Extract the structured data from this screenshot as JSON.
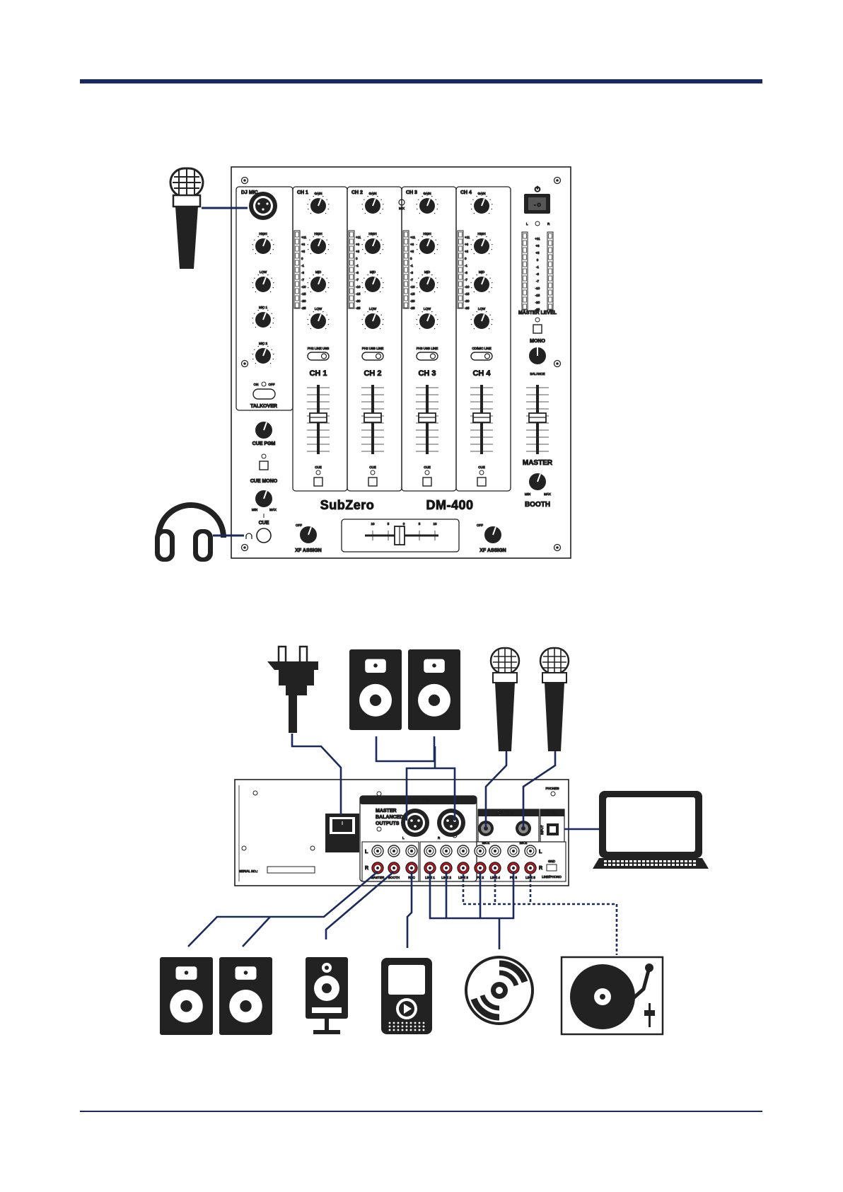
{
  "colors": {
    "rule": "#1b2a5c",
    "cable": "#1b2a5c",
    "panel_stroke": "#1f1f1f",
    "jack_red": "#d6101b"
  },
  "front_panel": {
    "brand": "SubZero",
    "model": "DM-400",
    "dj_mic": {
      "title": "DJ MIC",
      "knobs": [
        "HIGH",
        "LOW",
        "MIC 1",
        "MIC 2"
      ],
      "switch_on": "ON",
      "switch_off": "OFF",
      "talkover": "TALKOVER"
    },
    "channels": [
      {
        "title": "CH 1",
        "name": "CH 1",
        "switch": "PH2  LINE  USB"
      },
      {
        "title": "CH 2",
        "name": "CH 2",
        "switch": "PH2  USB  LINE"
      },
      {
        "title": "CH 3",
        "name": "CH 3",
        "switch": "PH3  USB  LINE"
      },
      {
        "title": "CH 4",
        "name": "CH 4",
        "switch": "CD/MIC  LINE"
      }
    ],
    "channel_knobs": [
      "GAIN",
      "HIGH",
      "MID",
      "LOW"
    ],
    "cue_button": "CUE",
    "meter_scale": [
      "+11",
      "+8",
      "+5",
      "0",
      "-1",
      "-3",
      "-7",
      "-10",
      "-15",
      "-20",
      "-25"
    ],
    "cue_pgm": "CUE PGM",
    "cue_mono": "CUE MONO",
    "cue": "CUE",
    "cue_min": "MIN",
    "cue_max": "MAX",
    "master_level": "MASTER LEVEL",
    "meter_l": "L",
    "meter_r": "R",
    "mono": "MONO",
    "balance": "BALANCE",
    "master": "MASTER",
    "booth": "BOOTH",
    "booth_min": "MIN",
    "booth_max": "MAX",
    "xf_assign": "XF ASSIGN",
    "xf_off": "OFF",
    "crossfader_scale": [
      "10",
      "5",
      "0",
      "5",
      "10"
    ],
    "power_symbol": "⏻",
    "power_switch": "- O",
    "dot_label": "MIX"
  },
  "rear_panel": {
    "outputs": "OUTPUTS",
    "master_balanced": [
      "MASTER",
      "BALANCED",
      "OUTPUTS"
    ],
    "xlr_left": "L",
    "xlr_right": "R",
    "inputs": "INPUTS",
    "mic_1": "MIC1",
    "mic_2": "MIC2",
    "usb": "USB",
    "usb_input": "INPUT",
    "phones": "PHONES",
    "serial": "SERIAL NO.:",
    "row_l": "L",
    "row_r": "R",
    "output_jacks": [
      "MASTER",
      "BOOTH",
      "REC"
    ],
    "input_jacks": [
      "LINE 1",
      "LINE 2",
      "LINE 3",
      "PH 2",
      "LINE 4",
      "PH 3",
      "LINE 5"
    ],
    "gnd": "GND",
    "line_phono": "LINE/PHONO"
  },
  "icons": [
    "dj-microphone-icon",
    "headphones-icon",
    "power-plug-icon",
    "monitor-speaker-icon",
    "microphone-icon",
    "laptop-icon",
    "pa-speaker-icon",
    "bookshelf-speaker-icon",
    "media-player-icon",
    "cd-icon",
    "turntable-icon"
  ]
}
